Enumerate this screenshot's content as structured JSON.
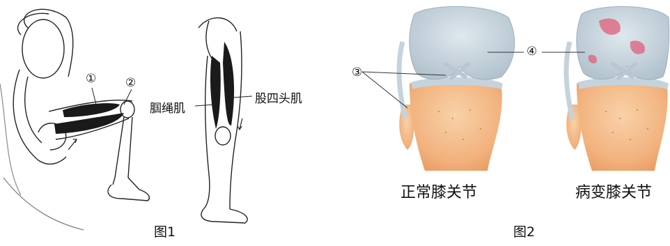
{
  "figure1": {
    "caption": "图1",
    "marker_1": "①",
    "marker_2": "②",
    "muscle_left": "腘绳肌",
    "muscle_right": "股四头肌"
  },
  "figure2": {
    "caption": "图2",
    "marker_3": "③",
    "marker_4": "④",
    "normal_label": "正常膝关节",
    "diseased_label": "病变膝关节"
  },
  "colors": {
    "cartilage": "#c5d3dc",
    "bone": "#f2b27e",
    "lesion": "#e0607a",
    "muscle": "#1a1a1a"
  }
}
